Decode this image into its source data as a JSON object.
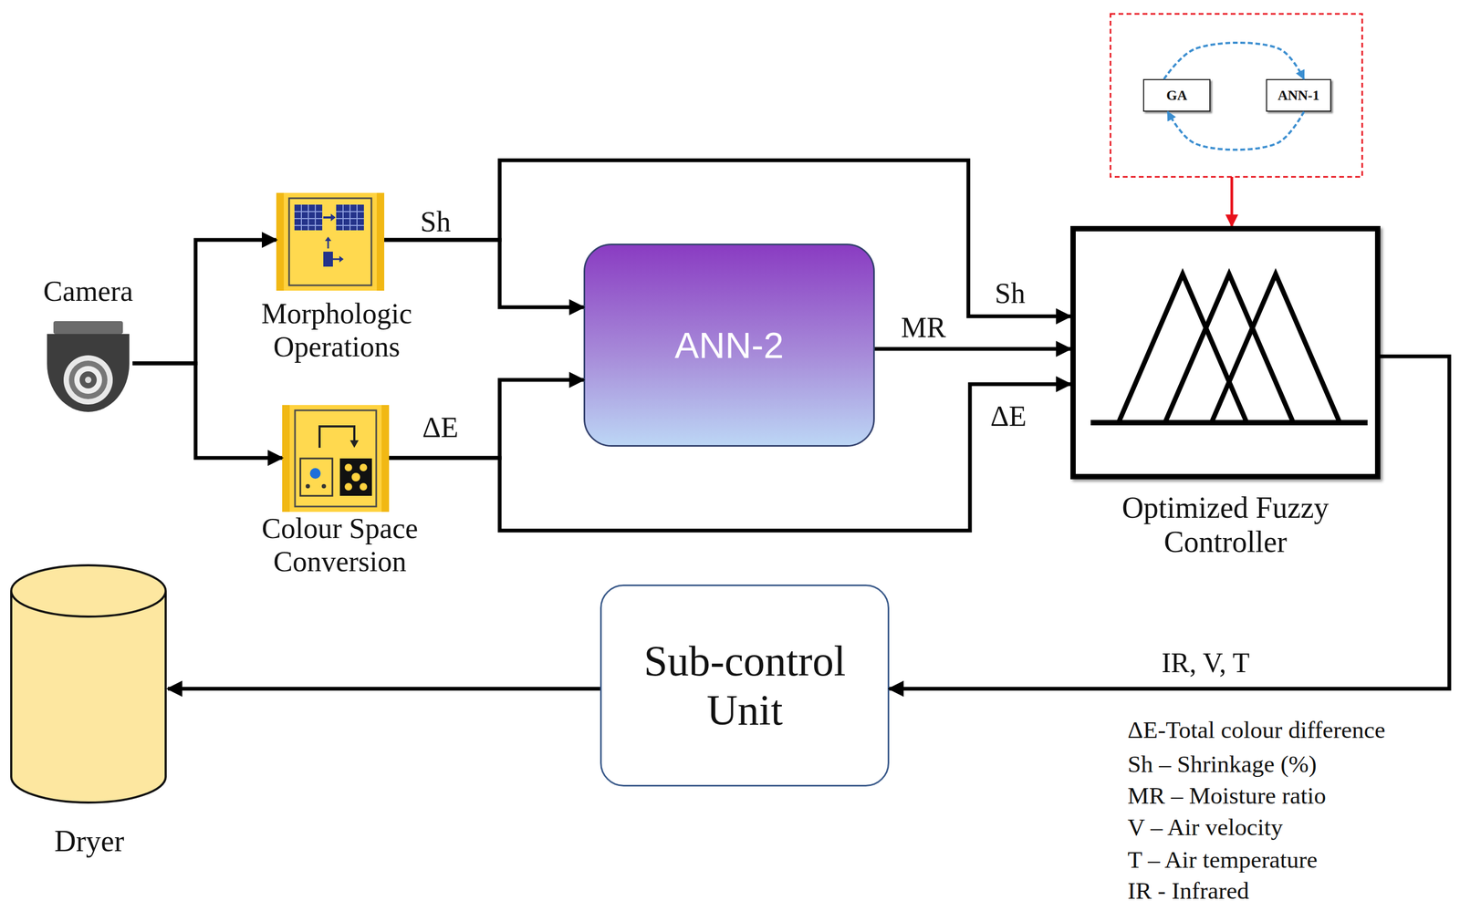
{
  "diagram": {
    "nodes": [
      {
        "text": [
          "Camera"
        ]
      },
      {
        "text": [
          "Morphologic Operations"
        ]
      },
      {
        "text": [
          "Colour Space Conversion"
        ]
      },
      {
        "text": [
          "ANN-2"
        ]
      },
      {
        "text": [
          "GA"
        ]
      },
      {
        "text": [
          "ANN-1"
        ]
      },
      {
        "text": [
          "Optimized Fuzzy Controller"
        ]
      },
      {
        "text": [
          "Sub-control Unit"
        ]
      },
      {
        "text": [
          "Dryer"
        ]
      }
    ],
    "edges": [
      {
        "from": 0,
        "to": 1,
        "arrow": "to"
      },
      {
        "from": 0,
        "to": 2,
        "arrow": "to"
      },
      {
        "from": 1,
        "to": 3,
        "label": "Sh",
        "arrow": "to"
      },
      {
        "from": 1,
        "to": 6,
        "label": "Sh",
        "arrow": "to"
      },
      {
        "from": 2,
        "to": 3,
        "label": "ΔE",
        "arrow": "to"
      },
      {
        "from": 2,
        "to": 6,
        "label": "ΔE",
        "arrow": "to"
      },
      {
        "from": 3,
        "to": 6,
        "label": "MR",
        "arrow": "to"
      },
      {
        "from": 6,
        "to": 7,
        "label": "IR, V, T",
        "arrow": "to"
      },
      {
        "from": 7,
        "to": 8,
        "arrow": "to"
      },
      {
        "from": 4,
        "to": 5,
        "arrow": "to"
      },
      {
        "from": 5,
        "to": 4,
        "arrow": "to"
      }
    ],
    "labels": [
      "ΔE-Total colour difference",
      "Sh – Shrinkage (%)",
      "MR – Moisture ratio",
      "V – Air velocity",
      "T – Air temperature",
      "IR - Infrared"
    ]
  }
}
